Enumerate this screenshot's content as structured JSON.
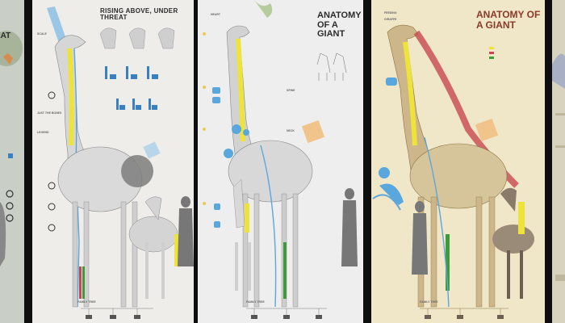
{
  "left_panel": {
    "title": "EAT"
  },
  "panel1": {
    "title": "RISING ABOVE, UNDER THREAT",
    "section_labels": [
      "SCALE",
      "JUST THE BONES",
      "FAMILY TREE"
    ],
    "legend_label": "LEGEND",
    "bottom_label": "FAMILY TREE"
  },
  "panel2": {
    "title": "ANATOMY OF A GIANT",
    "section_labels": [
      "HEART",
      "SPINE",
      "NECK"
    ],
    "bottom_label": "FAMILY TREE"
  },
  "panel3": {
    "title": "ANATOMY OF A GIANT",
    "section_labels": [
      "FEEDING",
      "GIRAFFE"
    ],
    "bottom_label": "FAMILY TREE"
  },
  "colors": {
    "yellow": "#eee33a",
    "blue": "#5aa7dd",
    "red": "#c8484f",
    "green": "#3f9a3c",
    "orange": "#f0c48a"
  }
}
